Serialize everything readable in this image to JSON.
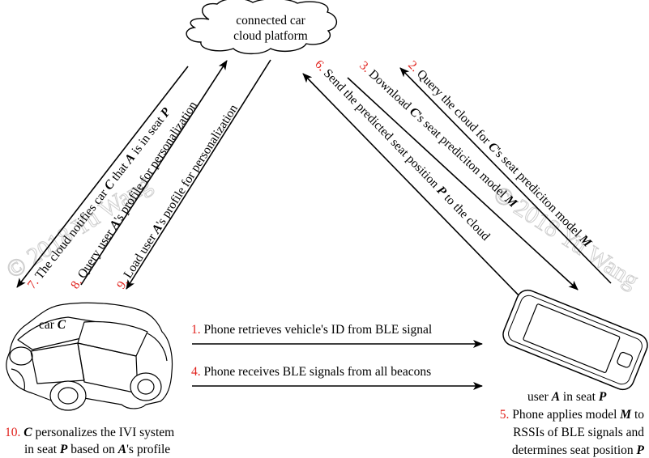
{
  "cloud": {
    "line1": "connected car",
    "line2": "cloud platform"
  },
  "car_label": {
    "prefix": "car ",
    "var": "C"
  },
  "user_label": {
    "prefix": "user ",
    "var1": "A",
    "mid": " in seat ",
    "var2": "P"
  },
  "watermarks": [
    "© 2018 Yu Wang",
    "© 2018 Yu Wang"
  ],
  "steps": {
    "s1": {
      "num": "1.",
      "text": "Phone retrieves vehicle's ID from BLE signal"
    },
    "s2": {
      "num": "2.",
      "a": "Query the cloud for ",
      "v": "C",
      "b": "'s seat prediciton model ",
      "v2": "M"
    },
    "s3": {
      "num": "3.",
      "a": "Download ",
      "v": "C",
      "b": "'s seat prediciton model ",
      "v2": "M"
    },
    "s4": {
      "num": "4.",
      "text": "Phone receives BLE signals from all beacons"
    },
    "s5": {
      "num": "5.",
      "a": "Phone applies model ",
      "v": "M",
      "b": " to",
      "line2": "RSSIs of BLE signals and",
      "line3": "determines seat position ",
      "v3": "P"
    },
    "s6": {
      "num": "6.",
      "a": "Send the predicted seat position ",
      "v": "P",
      "b": " to the cloud"
    },
    "s7": {
      "num": "7.",
      "a": "The cloud notifies car ",
      "v": "C",
      "b": " that ",
      "v2": "A",
      "c": " is in seat ",
      "v3": "P"
    },
    "s8": {
      "num": "8.",
      "a": "Query user ",
      "v": "A",
      "b": "'s profile for personalization"
    },
    "s9": {
      "num": "9.",
      "a": "Load user ",
      "v": "A",
      "b": "'s profile for personalization"
    },
    "s10": {
      "num": "10.",
      "v": "C",
      "a": " personalizes the IVI system",
      "line2a": "in seat ",
      "v2": "P",
      "line2b": " based on ",
      "v3": "A",
      "line2c": "'s profile"
    }
  }
}
